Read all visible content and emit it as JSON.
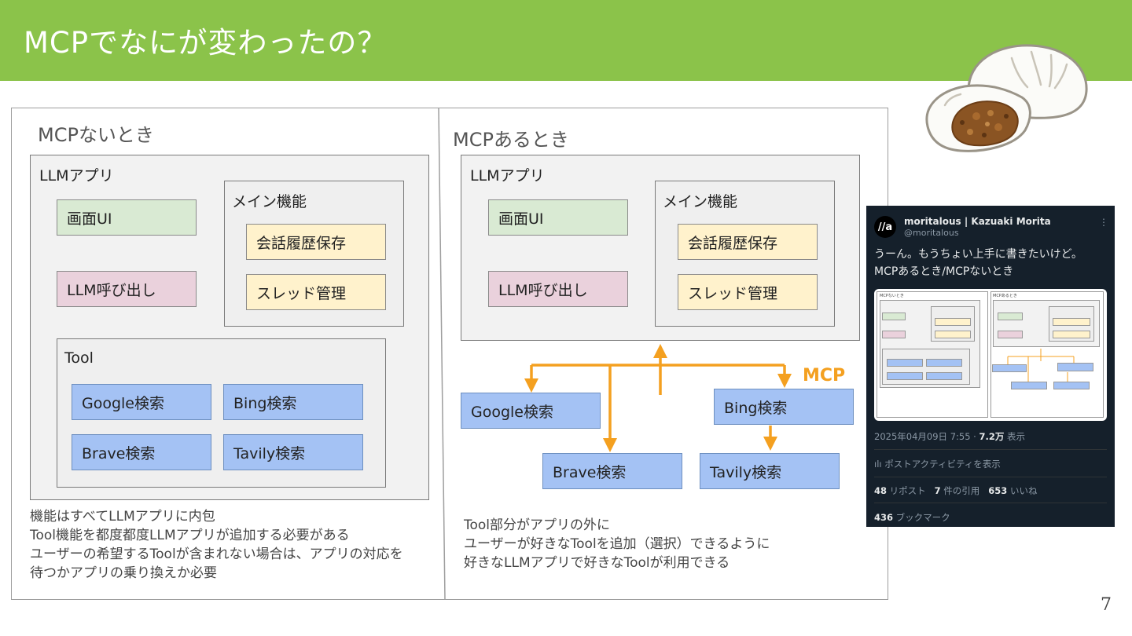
{
  "slide": {
    "title": "MCPでなにが変わったの？",
    "page_number": "7",
    "header_color": "#8bc34a"
  },
  "left": {
    "title": "MCPないとき",
    "app_label": "LLMアプリ",
    "screen_ui": "画面UI",
    "llm_call": "LLM呼び出し",
    "main_func_label": "メイン機能",
    "history": "会話履歴保存",
    "thread": "スレッド管理",
    "tool_label": "Tool",
    "tools": [
      "Google検索",
      "Bing検索",
      "Brave検索",
      "Tavily検索"
    ],
    "notes": [
      "機能はすべてLLMアプリに内包",
      "Tool機能を都度都度LLMアプリが追加する必要がある",
      "ユーザーの希望するToolが含まれない場合は、アプリの対応を",
      "待つかアプリの乗り換えか必要"
    ]
  },
  "right": {
    "title": "MCPあるとき",
    "app_label": "LLMアプリ",
    "screen_ui": "画面UI",
    "llm_call": "LLM呼び出し",
    "main_func_label": "メイン機能",
    "history": "会話履歴保存",
    "thread": "スレッド管理",
    "mcp_label": "MCP",
    "tools": [
      "Google検索",
      "Bing検索",
      "Brave検索",
      "Tavily検索"
    ],
    "notes": [
      "Tool部分がアプリの外に",
      "ユーザーが好きなToolを追加（選択）できるように",
      "好きなLLMアプリで好きなToolが利用できる"
    ]
  },
  "colors": {
    "arrow": "#f4a020",
    "green_box": "#d9ead3",
    "pink_box": "#ead1dc",
    "yellow_box": "#fff2cc",
    "blue_box": "#a4c2f4"
  },
  "tweet": {
    "avatar_text": "//a",
    "name": "moritalous | Kazuaki Morita",
    "handle": "@moritalous",
    "more_icon": "more-icon",
    "text_lines": [
      "うーん。もうちょい上手に書きたいけど。",
      "MCPあるとき/MCPないとき"
    ],
    "timestamp": "2025年04月09日 7:55 · ",
    "views_count": "7.2万",
    "views_label": " 表示",
    "activity_label": "ポストアクティビティを表示",
    "reposts": "48",
    "reposts_label": " リポスト",
    "quotes": "7",
    "quotes_label": " 件の引用",
    "likes": "653",
    "likes_label": " いいね",
    "bookmarks": "436",
    "bookmarks_label": " ブックマーク"
  }
}
